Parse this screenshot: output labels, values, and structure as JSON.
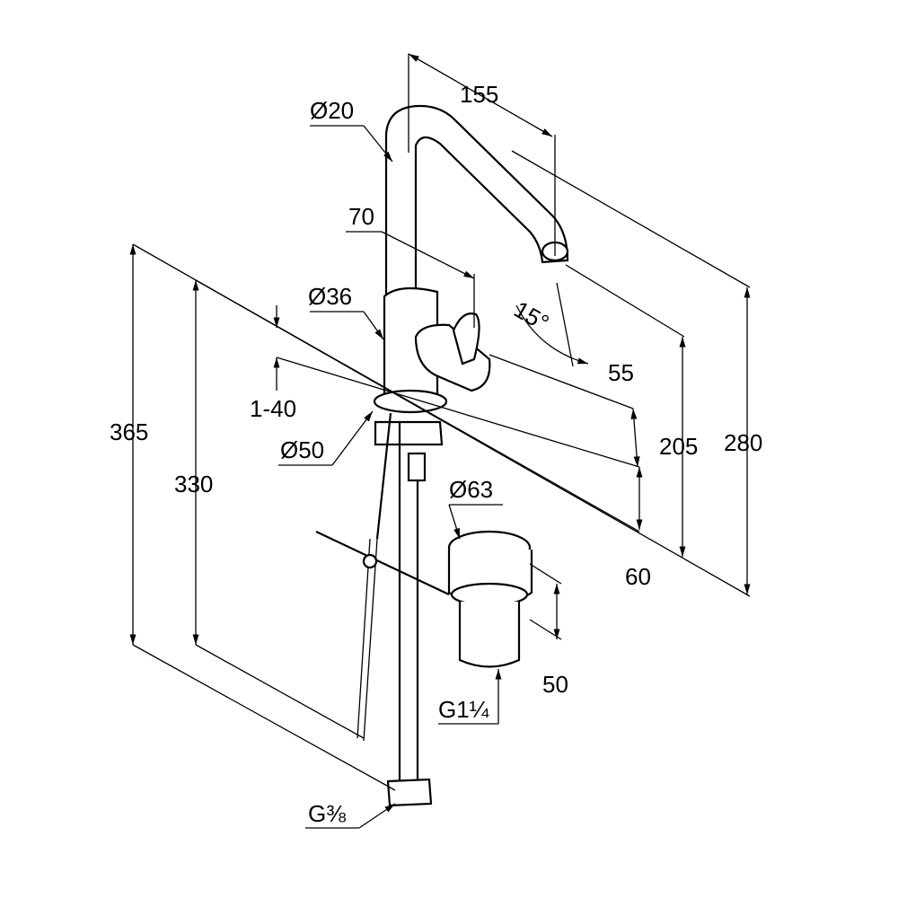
{
  "title": "Faucet dimension drawing",
  "colors": {
    "line": "#000000",
    "background": "#ffffff"
  },
  "dimensions": {
    "spout_diameter": "Ø20",
    "reach": "155",
    "lever_offset": "70",
    "body_diameter": "Ø36",
    "lever_angle": "15°",
    "outlet_height_offset": "55",
    "counter_thickness": "1-40",
    "base_diameter": "Ø50",
    "total_height_left": "365",
    "hose_length": "330",
    "outlet_height": "205",
    "total_height": "280",
    "drain_diameter": "Ø63",
    "rod_offset": "60",
    "drain_height": "50",
    "drain_thread": "G1¼",
    "supply_thread": "G⅜"
  }
}
